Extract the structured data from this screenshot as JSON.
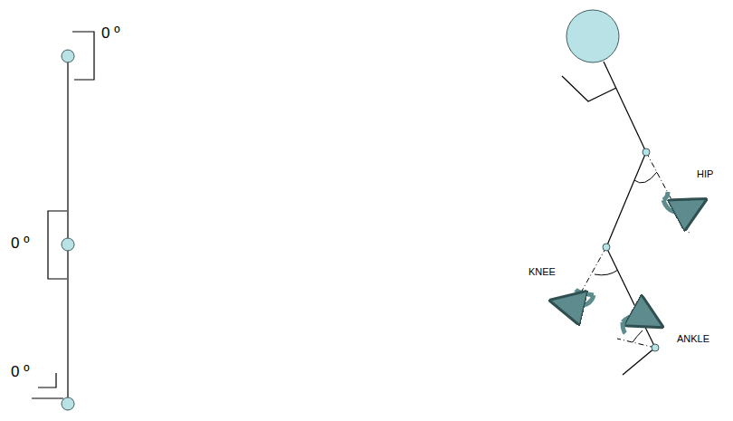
{
  "diagram": {
    "labels": [
      "0 º",
      "0 º",
      "0 º",
      "HIP",
      "KNEE",
      "ANKLE"
    ]
  }
}
